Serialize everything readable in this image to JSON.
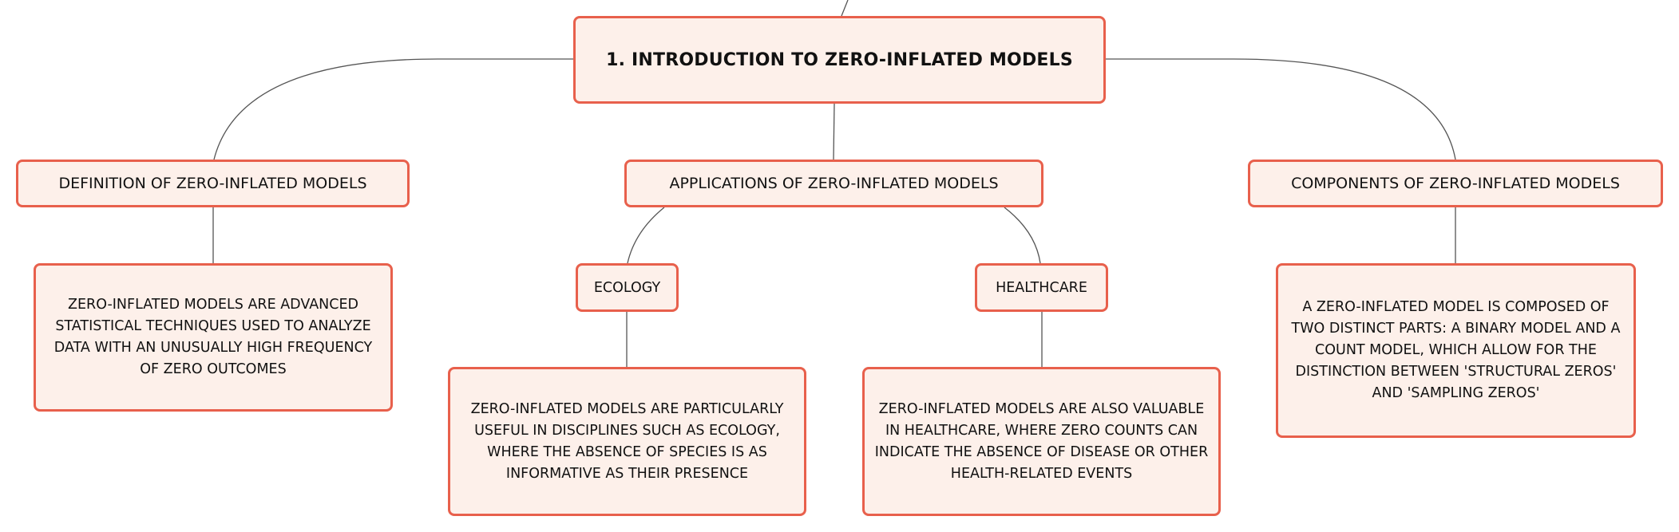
{
  "diagram": {
    "root": {
      "label": "1. INTRODUCTION TO ZERO-INFLATED MODELS"
    },
    "branches": {
      "definition": {
        "label": "DEFINITION OF ZERO-INFLATED MODELS",
        "detail": "ZERO-INFLATED MODELS ARE ADVANCED STATISTICAL TECHNIQUES USED TO ANALYZE DATA WITH AN UNUSUALLY HIGH FREQUENCY OF ZERO OUTCOMES"
      },
      "applications": {
        "label": "APPLICATIONS OF ZERO-INFLATED MODELS",
        "ecology": {
          "label": "ECOLOGY",
          "detail": "ZERO-INFLATED MODELS ARE PARTICULARLY USEFUL IN DISCIPLINES SUCH AS ECOLOGY, WHERE THE ABSENCE OF SPECIES IS AS INFORMATIVE AS THEIR PRESENCE"
        },
        "healthcare": {
          "label": "HEALTHCARE",
          "detail": "ZERO-INFLATED MODELS ARE ALSO VALUABLE IN HEALTHCARE, WHERE ZERO COUNTS CAN INDICATE THE ABSENCE OF DISEASE OR OTHER HEALTH-RELATED EVENTS"
        }
      },
      "components": {
        "label": "COMPONENTS OF ZERO-INFLATED MODELS",
        "detail": "A ZERO-INFLATED MODEL IS COMPOSED OF TWO DISTINCT PARTS: A BINARY MODEL AND A COUNT MODEL, WHICH ALLOW FOR THE DISTINCTION BETWEEN 'STRUCTURAL ZEROS' AND 'SAMPLING ZEROS'"
      }
    }
  },
  "colors": {
    "node_border": "#e8604c",
    "node_fill": "#fdf0ea",
    "connector": "#555555",
    "text": "#111111"
  }
}
